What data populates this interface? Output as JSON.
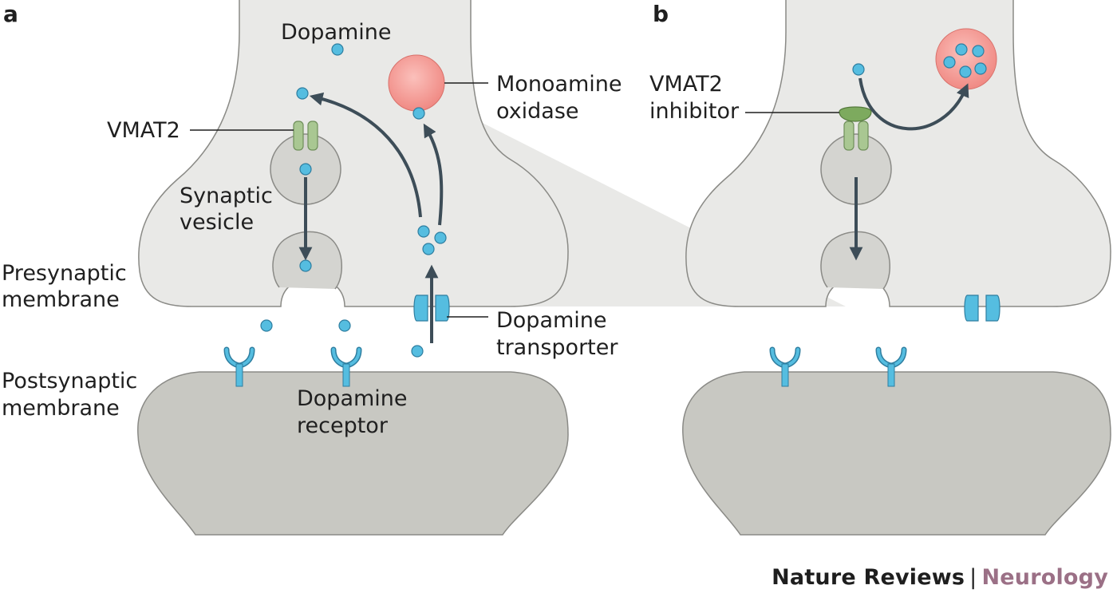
{
  "panels": {
    "a": {
      "letter": "a",
      "labels": {
        "dopamine": "Dopamine",
        "vmat2": "VMAT2",
        "monoamine_oxidase": [
          "Monoamine",
          "oxidase"
        ],
        "synaptic_vesicle": [
          "Synaptic",
          "vesicle"
        ],
        "presynaptic_membrane": [
          "Presynaptic",
          "membrane"
        ],
        "postsynaptic_membrane": [
          "Postsynaptic",
          "membrane"
        ],
        "dopamine_transporter": [
          "Dopamine",
          "transporter"
        ],
        "dopamine_receptor": [
          "Dopamine",
          "receptor"
        ]
      }
    },
    "b": {
      "letter": "b",
      "labels": {
        "vmat2_inhibitor": [
          "VMAT2",
          "inhibitor"
        ]
      }
    }
  },
  "footer": {
    "publisher": "Nature Reviews",
    "separator": "|",
    "journal": "Neurology"
  },
  "colors": {
    "terminal_fill": "#e9e9e7",
    "terminal_stroke": "#8a8a86",
    "vesicle_fill": "#d4d4d0",
    "postsynaptic_fill": "#c8c8c2",
    "dopamine": "#55bde0",
    "vmat2": "#a9c792",
    "vmat2_inhibitor": "#7daa5e",
    "mao": "#f08a84",
    "transporter": "#55bde0",
    "receptor": "#55bde0",
    "arrow": "#3d4d58",
    "journal_text": "#9b7086"
  }
}
